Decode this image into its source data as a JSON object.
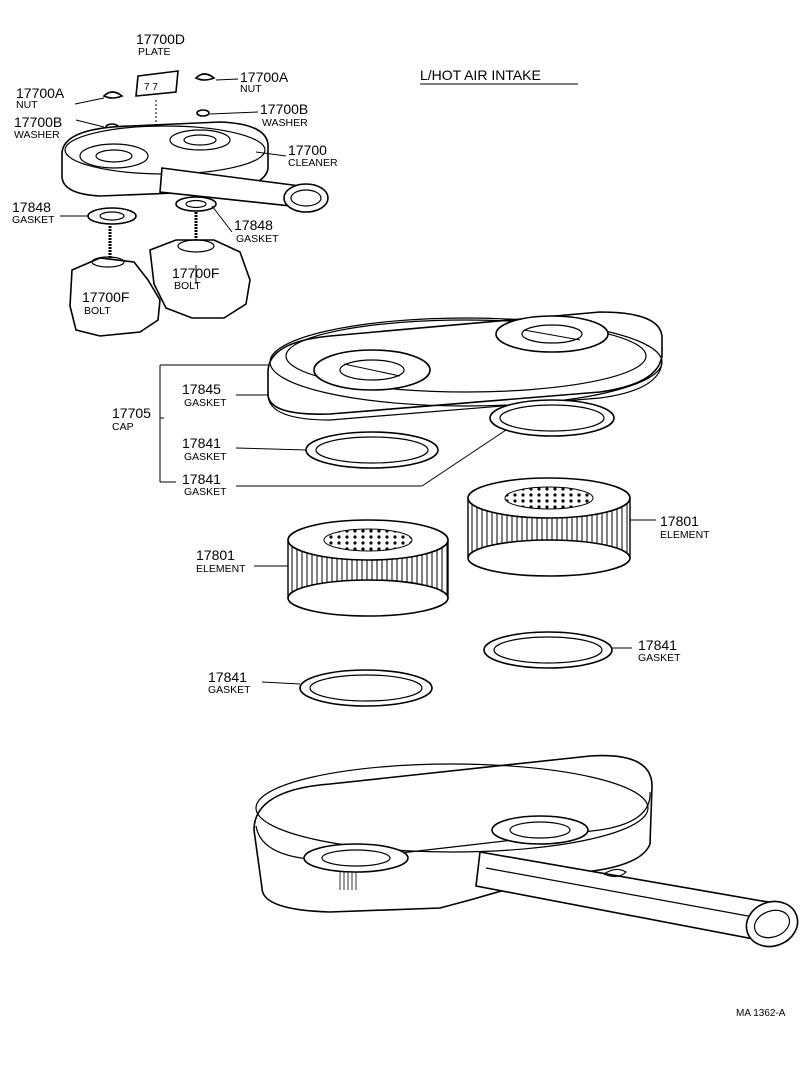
{
  "diagram": {
    "title": "L/HOT AIR INTAKE",
    "figure_code": "MA 1362-A",
    "callouts": [
      {
        "id": "plate",
        "number": "17700D",
        "name": "PLATE"
      },
      {
        "id": "nut-left",
        "number": "17700A",
        "name": "NUT"
      },
      {
        "id": "nut-right",
        "number": "17700A",
        "name": "NUT"
      },
      {
        "id": "washer-left",
        "number": "17700B",
        "name": "WASHER"
      },
      {
        "id": "washer-right",
        "number": "17700B",
        "name": "WASHER"
      },
      {
        "id": "cleaner",
        "number": "17700",
        "name": "CLEANER"
      },
      {
        "id": "gasket-17848-left",
        "number": "17848",
        "name": "GASKET"
      },
      {
        "id": "gasket-17848-right",
        "number": "17848",
        "name": "GASKET"
      },
      {
        "id": "bolt-right",
        "number": "17700F",
        "name": "BOLT"
      },
      {
        "id": "bolt-left",
        "number": "17700F",
        "name": "BOLT"
      },
      {
        "id": "cap",
        "number": "17705",
        "name": "CAP"
      },
      {
        "id": "gasket-17845",
        "number": "17845",
        "name": "GASKET"
      },
      {
        "id": "gasket-17841-a",
        "number": "17841",
        "name": "GASKET"
      },
      {
        "id": "gasket-17841-b",
        "number": "17841",
        "name": "GASKET"
      },
      {
        "id": "element-left",
        "number": "17801",
        "name": "ELEMENT"
      },
      {
        "id": "element-right",
        "number": "17801",
        "name": "ELEMENT"
      },
      {
        "id": "gasket-17841-c",
        "number": "17841",
        "name": "GASKET"
      },
      {
        "id": "gasket-17841-d",
        "number": "17841",
        "name": "GASKET"
      }
    ]
  }
}
